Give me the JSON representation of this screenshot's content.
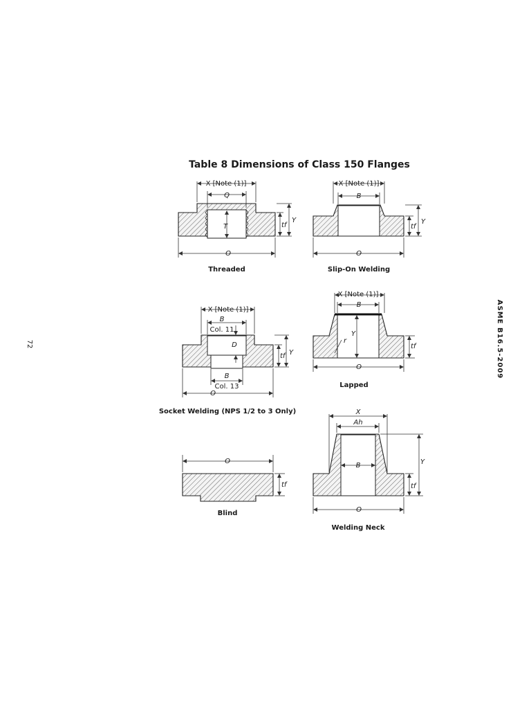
{
  "page_number": "72",
  "side_header": "ASME B16.5-2009",
  "table_title": "Table 8   Dimensions of Class 150 Flanges",
  "captions": {
    "threaded": "Threaded",
    "slip_on": "Slip-On Welding",
    "socket": "Socket Welding (NPS 1/2 to 3 Only)",
    "lapped": "Lapped",
    "blind": "Blind",
    "welding_neck": "Welding Neck"
  },
  "labels": {
    "x_note": "X [Note (1)]",
    "x": "X",
    "q": "Q",
    "t": "T",
    "o": "O",
    "y": "Y",
    "tf": "tf",
    "b": "B",
    "d": "D",
    "r": "r",
    "ah": "Ah",
    "col11": "Col. 11",
    "col13": "Col. 13"
  },
  "colors": {
    "ink": "#1a1a1a",
    "hatch": "#555555",
    "background": "#ffffff"
  }
}
